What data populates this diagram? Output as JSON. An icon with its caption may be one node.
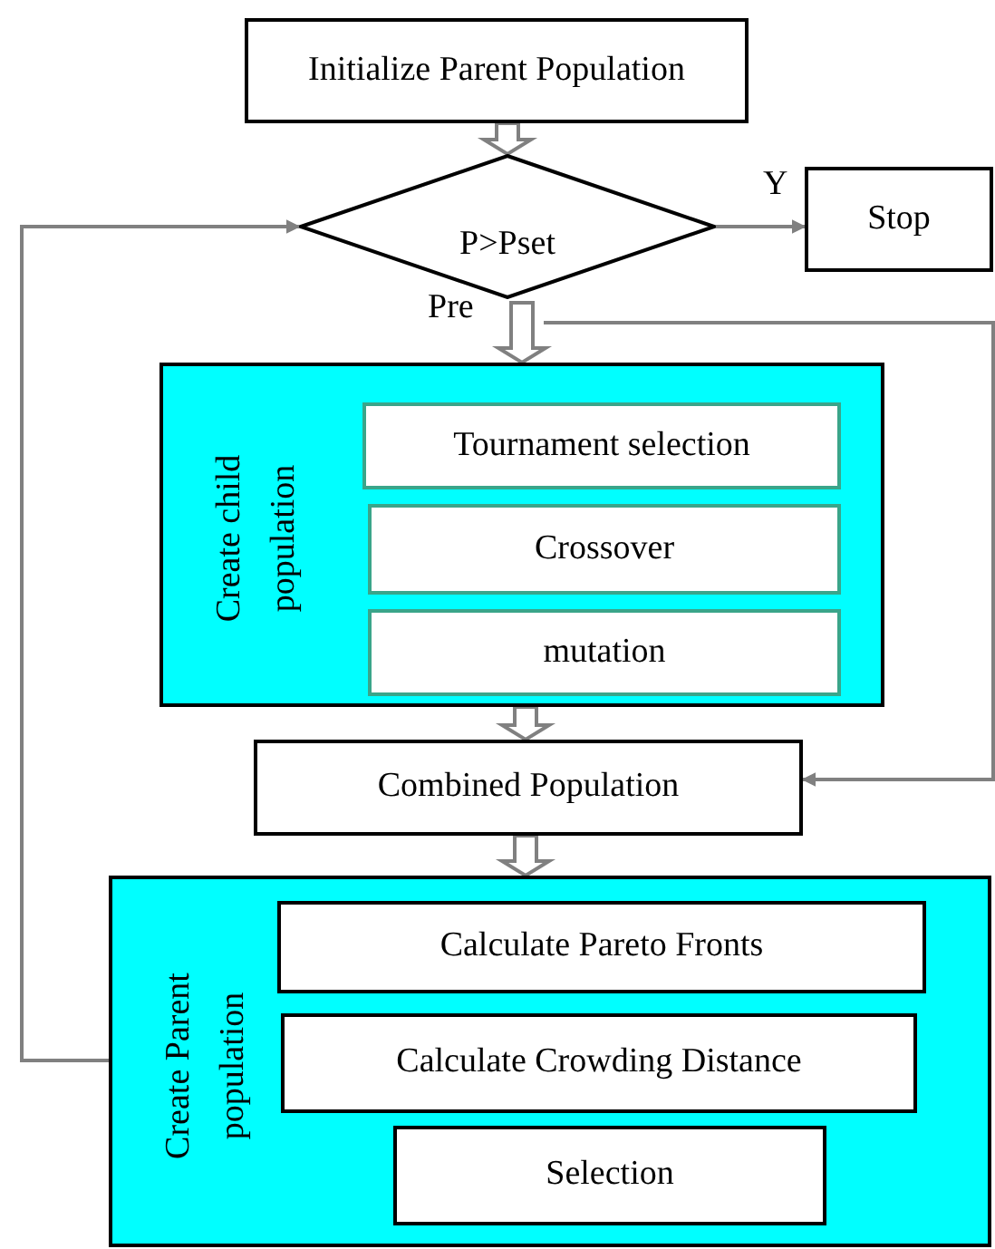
{
  "diagram": {
    "nodes": [
      {
        "text": [
          "Initialize Parent Population"
        ]
      },
      {
        "text": [
          "P>Pset"
        ]
      },
      {
        "text": [
          "Stop"
        ]
      },
      {
        "text": [
          "Create child population"
        ]
      },
      {
        "text": [
          "Tournament selection"
        ],
        "in": 3
      },
      {
        "text": [
          "Crossover"
        ],
        "in": 3
      },
      {
        "text": [
          "mutation"
        ],
        "in": 3
      },
      {
        "text": [
          "Combined Population"
        ]
      },
      {
        "text": [
          "Create Parent population"
        ]
      },
      {
        "text": [
          "Calculate Pareto Fronts"
        ],
        "in": 8
      },
      {
        "text": [
          "Calculate Crowding Distance"
        ],
        "in": 8
      },
      {
        "text": [
          "Selection"
        ],
        "in": 8
      }
    ],
    "edges": [
      {
        "from": 0,
        "to": 1,
        "arrow": "to",
        "style": "thick"
      },
      {
        "from": 1,
        "to": 2,
        "arrow": "to",
        "label": "Y"
      },
      {
        "from": 1,
        "to": 3,
        "arrow": "to",
        "style": "thick",
        "label": "Pre"
      },
      {
        "from": 1,
        "to": 7,
        "arrow": "to"
      },
      {
        "from": 3,
        "to": 7,
        "arrow": "to",
        "style": "thick"
      },
      {
        "from": 7,
        "to": 8,
        "arrow": "to",
        "style": "thick"
      },
      {
        "from": 8,
        "to": 1,
        "arrow": "to"
      }
    ]
  }
}
